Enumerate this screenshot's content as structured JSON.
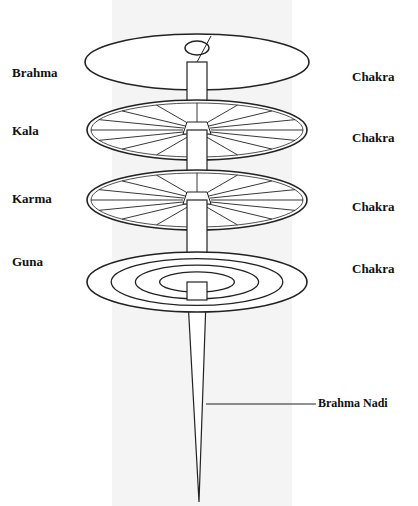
{
  "diagram": {
    "labels": [
      "Brahma",
      "Chakra",
      "Kala",
      "Chakra",
      "Karma",
      "Chakra",
      "Guna",
      "Chakra",
      "Brahma Nadi"
    ]
  }
}
